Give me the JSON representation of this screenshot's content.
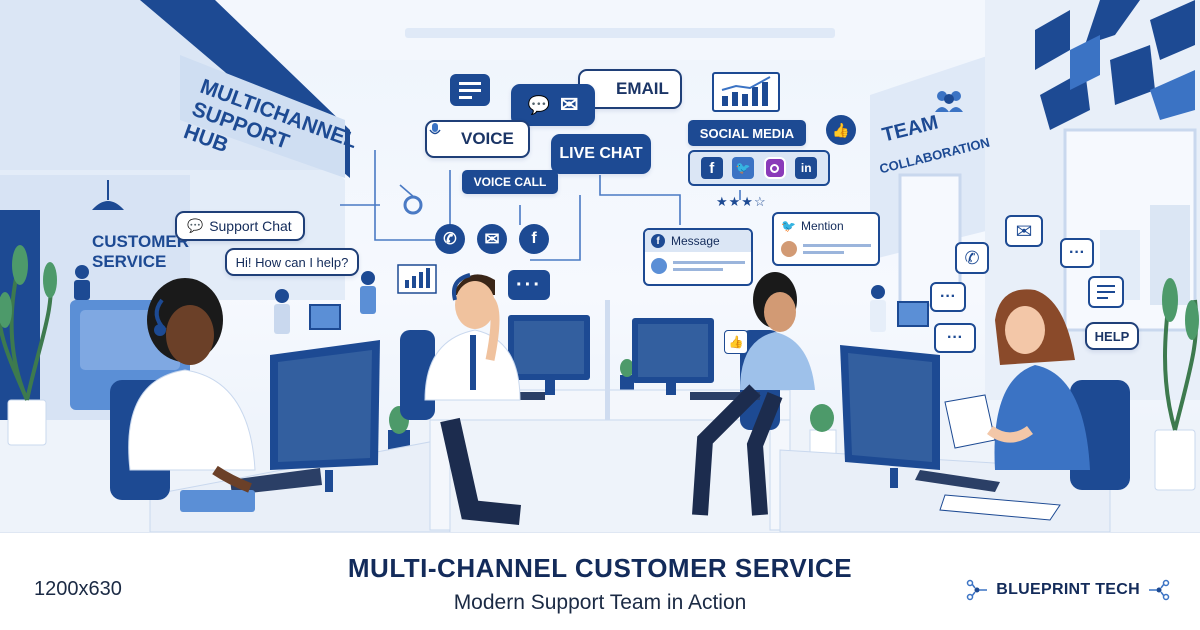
{
  "signs": {
    "hub": "MULTICHANNEL SUPPORT HUB",
    "customer_service": "CUSTOMER SERVICE",
    "team": "TEAM",
    "collaboration": "COLLABORATION"
  },
  "bubbles": {
    "email": "EMAIL",
    "voice": "VOICE",
    "live_chat": "LIVE CHAT",
    "voice_call": "VOICE CALL",
    "social_media": "SOCIAL MEDIA",
    "support_chat": "Support Chat",
    "greeting": "Hi! How can I help?",
    "message": "Message",
    "mention": "Mention",
    "help": "HELP"
  },
  "footer": {
    "size_label": "1200x630",
    "title": "MULTI-CHANNEL CUSTOMER SERVICE",
    "subtitle": "Modern Support Team in Action",
    "brand": "BLUEPRINT TECH"
  },
  "colors": {
    "accent": "#1d4a93",
    "ink": "#132b5a"
  },
  "icons": [
    "chat-icon",
    "email-icon",
    "phone-icon",
    "facebook-icon",
    "twitter-icon",
    "instagram-icon",
    "linkedin-icon",
    "like-icon",
    "team-icon",
    "bar-chart-icon",
    "brand-network-icon"
  ]
}
